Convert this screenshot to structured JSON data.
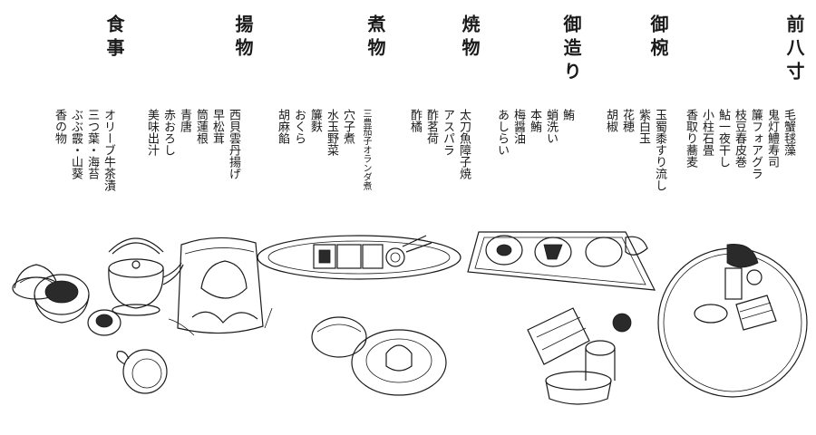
{
  "courses": [
    {
      "title": "前八寸",
      "items": [
        "毛蟹毬藻",
        "鬼灯鱧寿司",
        "簾フォアグラ",
        "枝豆春皮巻",
        "鮎一夜干し",
        "小柱石畳",
        "香取り蕎麦"
      ]
    },
    {
      "title": "御椀",
      "items": [
        "玉蜀黍すり流し",
        "紫白玉",
        "花穂",
        "胡椒"
      ]
    },
    {
      "title": "御造り",
      "items": [
        "鮪",
        "蛸洗い",
        "本鮪",
        "梅醤油",
        "あしらい"
      ]
    },
    {
      "title": "焼物",
      "items": [
        "太刀魚障子焼",
        "アスパラ",
        "酢茗荷",
        "酢橘"
      ]
    },
    {
      "title": "煮物",
      "items": [
        "三豊茄子オランダ煮",
        "穴子煮",
        "水玉野菜",
        "簾麩",
        "おくら",
        "胡麻餡"
      ]
    },
    {
      "title": "揚物",
      "items": [
        "西貝雲丹揚げ",
        "早松茸",
        "筒蓮根",
        "青唐",
        "赤おろし",
        "美味出汁"
      ]
    },
    {
      "title": "食事",
      "items": [
        "オリーブ牛茶漬",
        "三つ葉・海苔",
        "ぶぶ霰・山葵",
        "香の物"
      ]
    }
  ]
}
